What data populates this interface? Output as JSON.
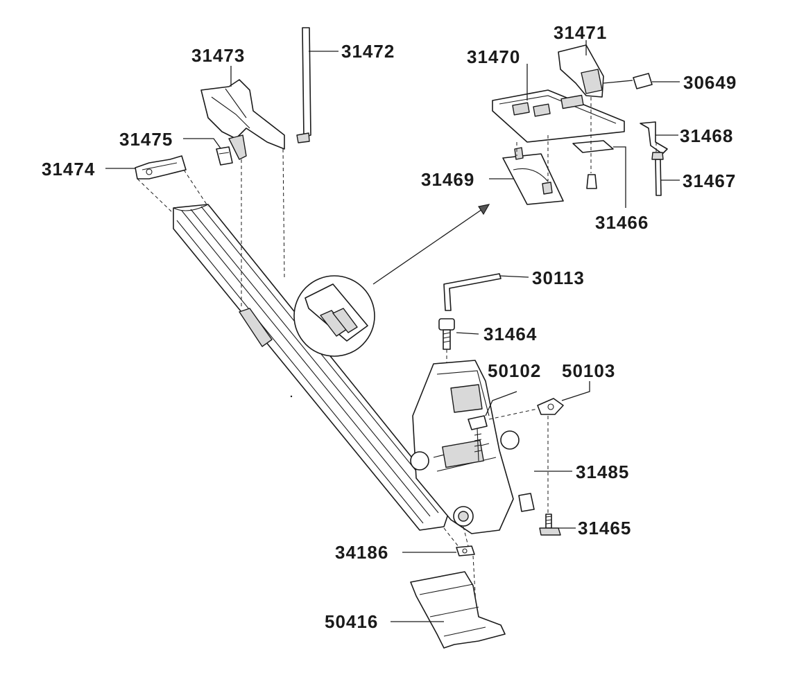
{
  "diagram": {
    "part_numbers": {
      "p31471": "31471",
      "p31473": "31473",
      "p31472": "31472",
      "p31470": "31470",
      "p30649": "30649",
      "p31475": "31475",
      "p31468": "31468",
      "p31474": "31474",
      "p31469": "31469",
      "p31467": "31467",
      "p31466": "31466",
      "p30113": "30113",
      "p31464": "31464",
      "p50102": "50102",
      "p50103": "50103",
      "p31485": "31485",
      "p31465": "31465",
      "p34186": "34186",
      "p50416": "50416"
    }
  },
  "colors": {
    "line": "#1a1a1a",
    "fill": "#ffffff",
    "shade": "#d9d9d9"
  }
}
